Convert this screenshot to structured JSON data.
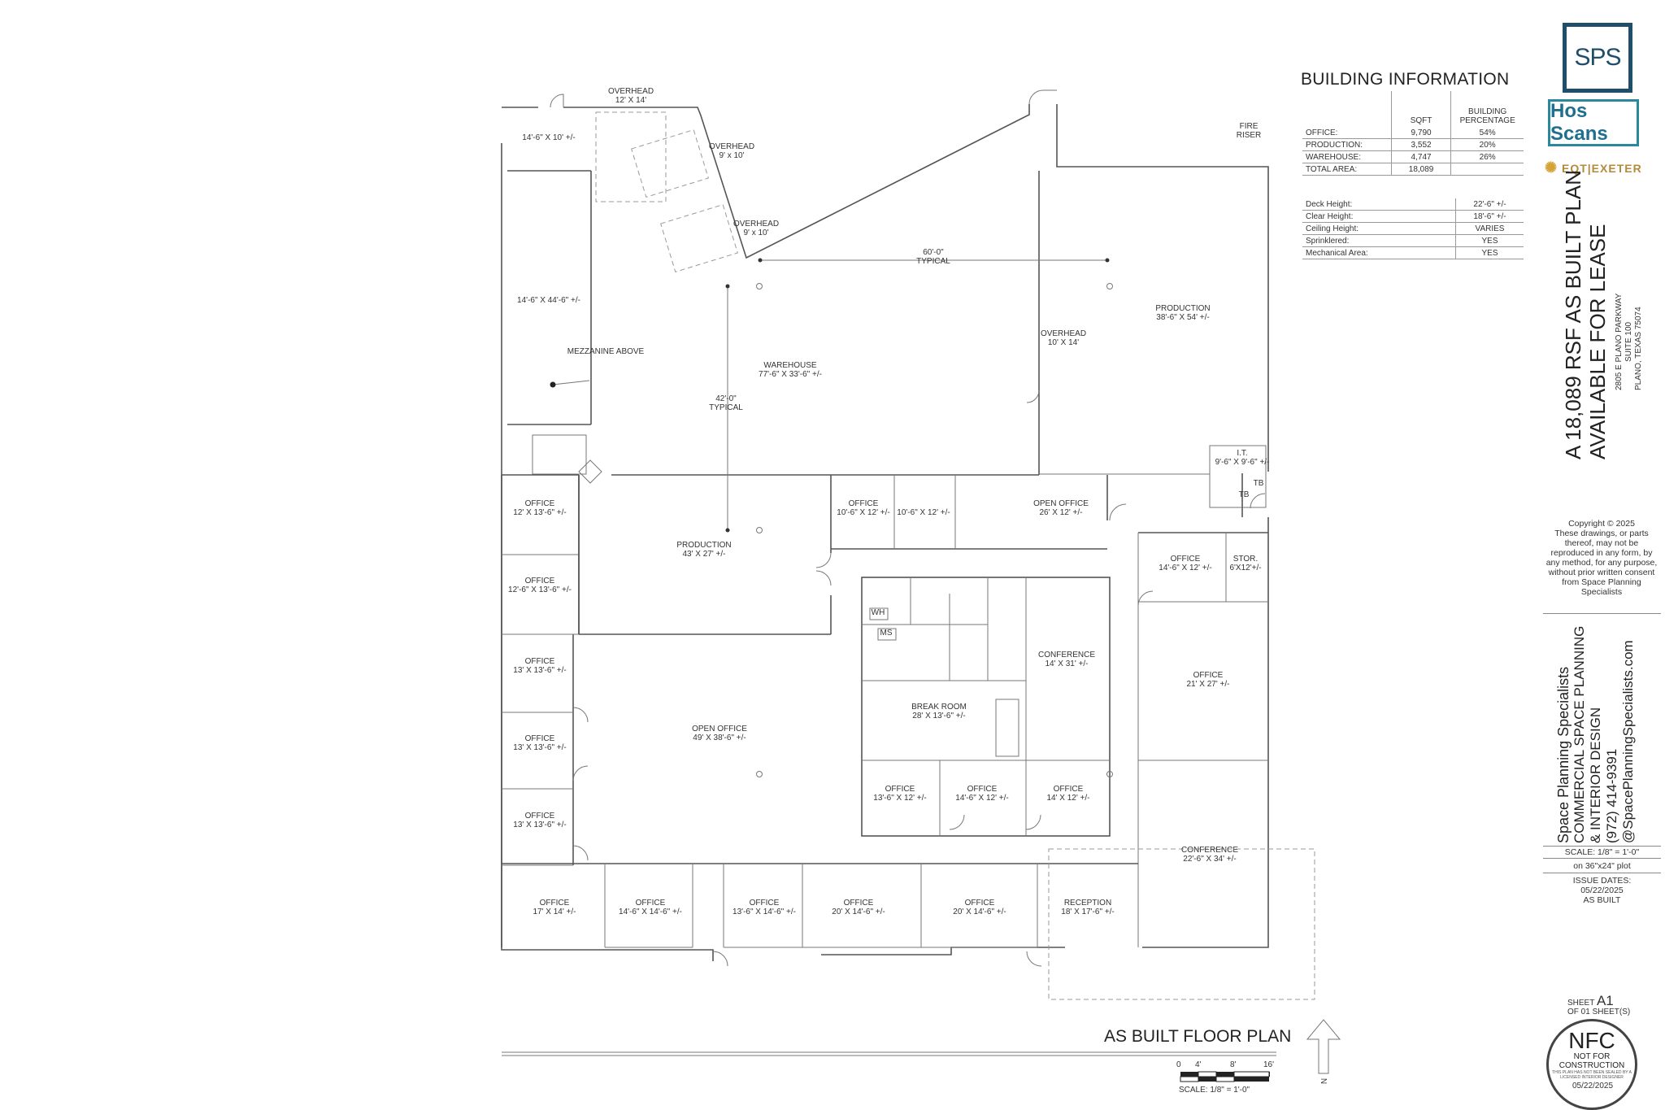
{
  "rooms": [
    {
      "label": "OVERHEAD\n12' X 14'"
    },
    {
      "label": "14'-6\" X 10' +/-"
    },
    {
      "label": "OVERHEAD\n9' x 10'"
    },
    {
      "label": "OVERHEAD\n9' x 10'"
    },
    {
      "label": "14'-6\" X 44'-6\" +/-"
    },
    {
      "label": "MEZZANINE ABOVE"
    },
    {
      "label": "60'-0\"\nTYPICAL"
    },
    {
      "label": "FIRE\nRISER"
    },
    {
      "label": "PRODUCTION\n38'-6\" X 54' +/-"
    },
    {
      "label": "OVERHEAD\n10' X 14'"
    },
    {
      "label": "WAREHOUSE\n77'-6\" X 33'-6\" +/-"
    },
    {
      "label": "42'-0\"\nTYPICAL"
    },
    {
      "label": "I.T.\n9'-6\" X 9'-6\" +/-"
    },
    {
      "label": "TB"
    },
    {
      "label": "TB"
    },
    {
      "label": "OFFICE\n12' X 13'-6\" +/-"
    },
    {
      "label": "OFFICE\n10'-6\" X 12' +/-"
    },
    {
      "label": "10'-6\" X 12' +/-"
    },
    {
      "label": "OPEN OFFICE\n26' X 12' +/-"
    },
    {
      "label": "PRODUCTION\n43' X 27' +/-"
    },
    {
      "label": "OFFICE\n12'-6\" X 13'-6\" +/-"
    },
    {
      "label": "OFFICE\n14'-6\" X 12' +/-"
    },
    {
      "label": "STOR.\n6'X12'+/-"
    },
    {
      "label": "CONFERENCE\n14' X 31' +/-"
    },
    {
      "label": "OFFICE\n13' X 13'-6\" +/-"
    },
    {
      "label": "OFFICE\n21' X 27' +/-"
    },
    {
      "label": "BREAK ROOM\n28' X 13'-6\" +/-"
    },
    {
      "label": "OPEN OFFICE\n49' X 38'-6\" +/-"
    },
    {
      "label": "OFFICE\n13' X 13'-6\" +/-"
    },
    {
      "label": "OFFICE\n13'-6\" X 12' +/-"
    },
    {
      "label": "OFFICE\n14'-6\" X 12' +/-"
    },
    {
      "label": "OFFICE\n14' X 12' +/-"
    },
    {
      "label": "OFFICE\n13' X 13'-6\" +/-"
    },
    {
      "label": "CONFERENCE\n22'-6\" X 34' +/-"
    },
    {
      "label": "OFFICE\n17' X 14' +/-"
    },
    {
      "label": "OFFICE\n14'-6\" X 14'-6\" +/-"
    },
    {
      "label": "OFFICE\n13'-6\" X 14'-6\" +/-"
    },
    {
      "label": "OFFICE\n20' X 14'-6\" +/-"
    },
    {
      "label": "OFFICE\n20' X 14'-6\" +/-"
    },
    {
      "label": "RECEPTION\n18' X 17'-6\" +/-"
    },
    {
      "label": "WH"
    },
    {
      "label": "MS"
    }
  ],
  "building_info": {
    "title": "BUILDING INFORMATION",
    "col_sqft": "SQFT",
    "col_pct": "BUILDING\nPERCENTAGE",
    "areas": [
      {
        "name": "OFFICE:",
        "sqft": "9,790",
        "pct": "54%"
      },
      {
        "name": "PRODUCTION:",
        "sqft": "3,552",
        "pct": "20%"
      },
      {
        "name": "WAREHOUSE:",
        "sqft": "4,747",
        "pct": "26%"
      },
      {
        "name": "TOTAL AREA:",
        "sqft": "18,089",
        "pct": ""
      }
    ],
    "specs": [
      {
        "name": "Deck Height:",
        "value": "22'-6\" +/-"
      },
      {
        "name": "Clear Height:",
        "value": "18'-6\" +/-"
      },
      {
        "name": "Ceiling Height:",
        "value": "VARIES"
      },
      {
        "name": "Sprinklered:",
        "value": "YES"
      },
      {
        "name": "Mechanical Area:",
        "value": "YES"
      }
    ]
  },
  "logos": {
    "sps": "SPS",
    "hos": "Hos Scans",
    "eqt": "EQT|EXETER"
  },
  "title_block": {
    "line1": "A 18,089 RSF AS BUILT PLAN",
    "line2": "AVAILABLE FOR LEASE",
    "addr1": "2805 E PLANO PARKWAY",
    "addr2": "SUITE 100",
    "addr3": "PLANO, TEXAS 75074",
    "copyright": "Copyright © 2025\nThese drawings, or parts thereof, may not be reproduced in any form, by any method, for any purpose, without prior written consent from Space Planning Specialists",
    "firm_name": "Space Planning Specialists",
    "firm_sub1": "COMMERCIAL SPACE PLANNING",
    "firm_sub2": "& INTERIOR DESIGN",
    "phone": "(972) 414-9391",
    "web": "@SpacePlanningSpecialists.com",
    "scale": "SCALE: 1/8\" = 1'-0\"",
    "plot": "on 36\"x24\" plot",
    "issue_label": "ISSUE DATES:",
    "issue_date": "05/22/2025",
    "issue_type": "AS BUILT",
    "sheet_label": "SHEET",
    "sheet_no": "A1",
    "sheet_of": "OF 01 SHEET(S)",
    "nfc_big": "NFC",
    "nfc_line1": "NOT FOR",
    "nfc_line2": "CONSTRUCTION",
    "nfc_fine": "THIS PLAN HAS NOT BEEN SEALED BY A LICENSED INTERIOR DESIGNER",
    "nfc_date": "05/22/2025"
  },
  "plan_title": "AS BUILT FLOOR PLAN",
  "scale_bar": {
    "ticks": [
      "0",
      "4'",
      "8'",
      "16'"
    ],
    "label": "SCALE: 1/8\" = 1'-0\""
  },
  "north_label": "N"
}
